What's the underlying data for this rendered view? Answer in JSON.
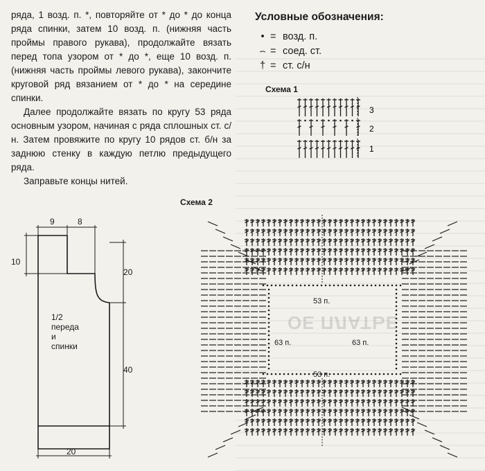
{
  "text": {
    "paragraphs": [
      "ряда, 1 возд. п. *, повторяйте от * до * до конца ряда спинки, затем 10 возд. п. (нижняя часть проймы правого рукава), продолжайте вязать перед топа узором от * до *, еще 10 возд. п. (нижняя часть проймы левого рукава), закончите круговой ряд вязанием от * до * на середине спинки.",
      "Далее продолжайте вязать по кругу 53 ряда основным узором, начиная с ряда сплошных ст. с/н. Затем провяжите по кругу 10 рядов ст. б/н за заднюю стенку в каждую петлю предыдущего ряда.",
      "Заправьте концы нитей."
    ]
  },
  "legend": {
    "title": "Условные обозначения:",
    "items": [
      {
        "symbol": "•",
        "eq": "=",
        "label": "возд. п."
      },
      {
        "symbol": "⌢",
        "eq": "=",
        "label": "соед. ст."
      },
      {
        "symbol": "†",
        "eq": "=",
        "label": "ст. с/н"
      }
    ]
  },
  "scheme1": {
    "title": "Схема 1",
    "row_numbers": [
      "3",
      "2",
      "1"
    ]
  },
  "scheme2": {
    "title": "Схема 2",
    "labels": {
      "top": "53 п.",
      "bottom": "53 п.",
      "left": "63 п.",
      "right": "63 п."
    }
  },
  "pattern": {
    "dim_top_a": "9",
    "dim_top_b": "8",
    "dim_left": "10",
    "dim_right_top": "20",
    "dim_right_bottom": "40",
    "dim_bottom": "20",
    "inner_label": [
      "1/2",
      "переда",
      "и",
      "спинки"
    ]
  }
}
